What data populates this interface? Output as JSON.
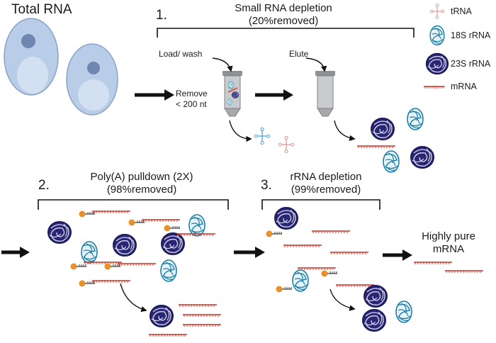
{
  "title": "Total RNA",
  "step1": {
    "number": "1.",
    "title": "Small RNA depletion",
    "removed": "(20%removed)",
    "load_label": "Load/ wash",
    "elute_label": "Elute",
    "remove_label": "Remove",
    "size_label": "< 200 nt"
  },
  "step2": {
    "number": "2.",
    "title": "Poly(A) pulldown (2X)",
    "removed": "(98%removed)"
  },
  "step3": {
    "number": "3.",
    "title": "rRNA depletion",
    "removed": "(99%removed)"
  },
  "result": {
    "line1": "Highly pure",
    "line2": "mRNA"
  },
  "legend": [
    {
      "label": "tRNA",
      "icon": "trna-icon",
      "color": "#d98c8c"
    },
    {
      "label": "18S rRNA",
      "icon": "rrna-18s-icon",
      "color": "#1f7fa6"
    },
    {
      "label": "23S rRNA",
      "icon": "rrna-23s-icon",
      "color": "#1e1b5c"
    },
    {
      "label": "mRNA",
      "icon": "mrna-icon",
      "color": "#c0392b"
    }
  ],
  "colors": {
    "cell_fill": "#b9cce8",
    "nucleus": "#6f86b0",
    "bead": "#e8902a",
    "arrow": "#111111"
  }
}
